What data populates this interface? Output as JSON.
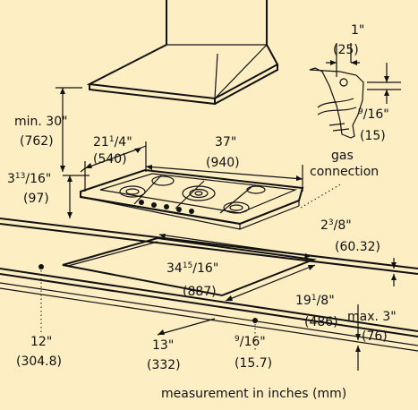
{
  "diagram": {
    "min_height": {
      "text": "min. 30\"",
      "mm": "(762)"
    },
    "depth": {
      "whole": "21",
      "num": "1",
      "den": "4",
      "unit": "\"",
      "mm": "(540)"
    },
    "width": {
      "text": "37\"",
      "mm": "(940)"
    },
    "cooktop_height": {
      "whole": "3",
      "num": "13",
      "den": "16",
      "unit": "\"",
      "mm": "(97)"
    },
    "gas_offset": {
      "text": "1\"",
      "mm": "(25)"
    },
    "gas_vertical": {
      "num": "9",
      "den": "16",
      "unit": "\"",
      "mm": "(15)"
    },
    "gas_connection": {
      "line1": "gas",
      "line2": "connection"
    },
    "counter_thickness": {
      "whole": "2",
      "num": "3",
      "den": "8",
      "unit": "\"",
      "mm": "(60.32)"
    },
    "cutout_width": {
      "whole": "34",
      "num": "15",
      "den": "16",
      "unit": "\"",
      "mm": "(887)"
    },
    "cutout_depth": {
      "whole": "19",
      "num": "1",
      "den": "8",
      "unit": "\"",
      "mm": "(486)"
    },
    "max_depth": {
      "text": "max. 3\"",
      "mm": "(76)"
    },
    "left_clearance": {
      "text": "12\"",
      "mm": "(304.8)"
    },
    "back_clearance": {
      "text": "13\"",
      "mm": "(332)"
    },
    "front_offset": {
      "num": "9",
      "den": "16",
      "unit": "\"",
      "mm": "(15.7)"
    },
    "footer": "measurement in inches (mm)"
  }
}
